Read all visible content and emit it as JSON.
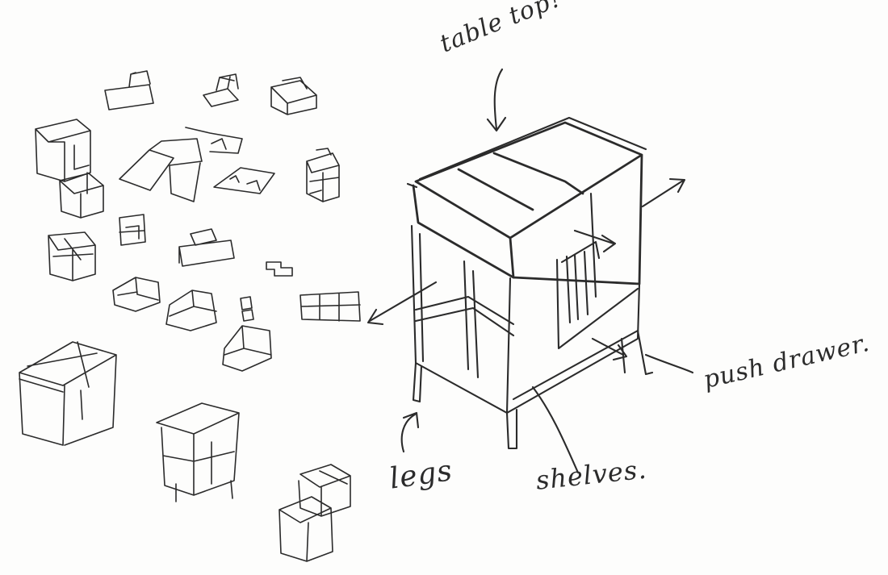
{
  "labels": {
    "table_top": "table top?",
    "push_drawer": "push drawer.",
    "legs": "legs",
    "shelves": "shelves."
  },
  "colors": {
    "paper": "#fdfdfc",
    "ink": "#2b2b2b"
  }
}
